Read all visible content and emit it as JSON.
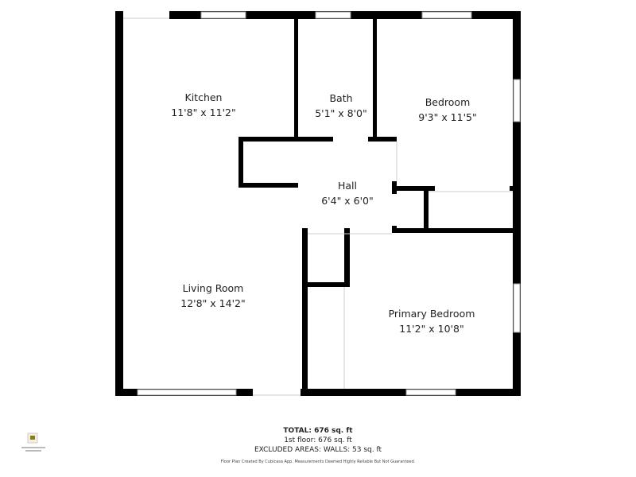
{
  "rooms": [
    {
      "name": "Kitchen",
      "dims": "11'8\" x 11'2\""
    },
    {
      "name": "Bath",
      "dims": "5'1\" x 8'0\""
    },
    {
      "name": "Bedroom",
      "dims": "9'3\" x 11'5\""
    },
    {
      "name": "Hall",
      "dims": "6'4\" x 6'0\""
    },
    {
      "name": "Living Room",
      "dims": "12'8\" x 14'2\""
    },
    {
      "name": "Primary Bedroom",
      "dims": "11'2\" x 10'8\""
    }
  ],
  "summary": {
    "total": "TOTAL: 676 sq. ft",
    "floor1": "1st floor: 676 sq. ft",
    "excluded": "EXCLUDED AREAS: WALLS: 53 sq. ft",
    "disclaimer": "Floor Plan Created By Cubicasa App. Measurements Deemed Highly Reliable But Not Guaranteed."
  },
  "colors": {
    "wall": "#000000",
    "background": "#ffffff",
    "window": "#bbbbbb"
  }
}
